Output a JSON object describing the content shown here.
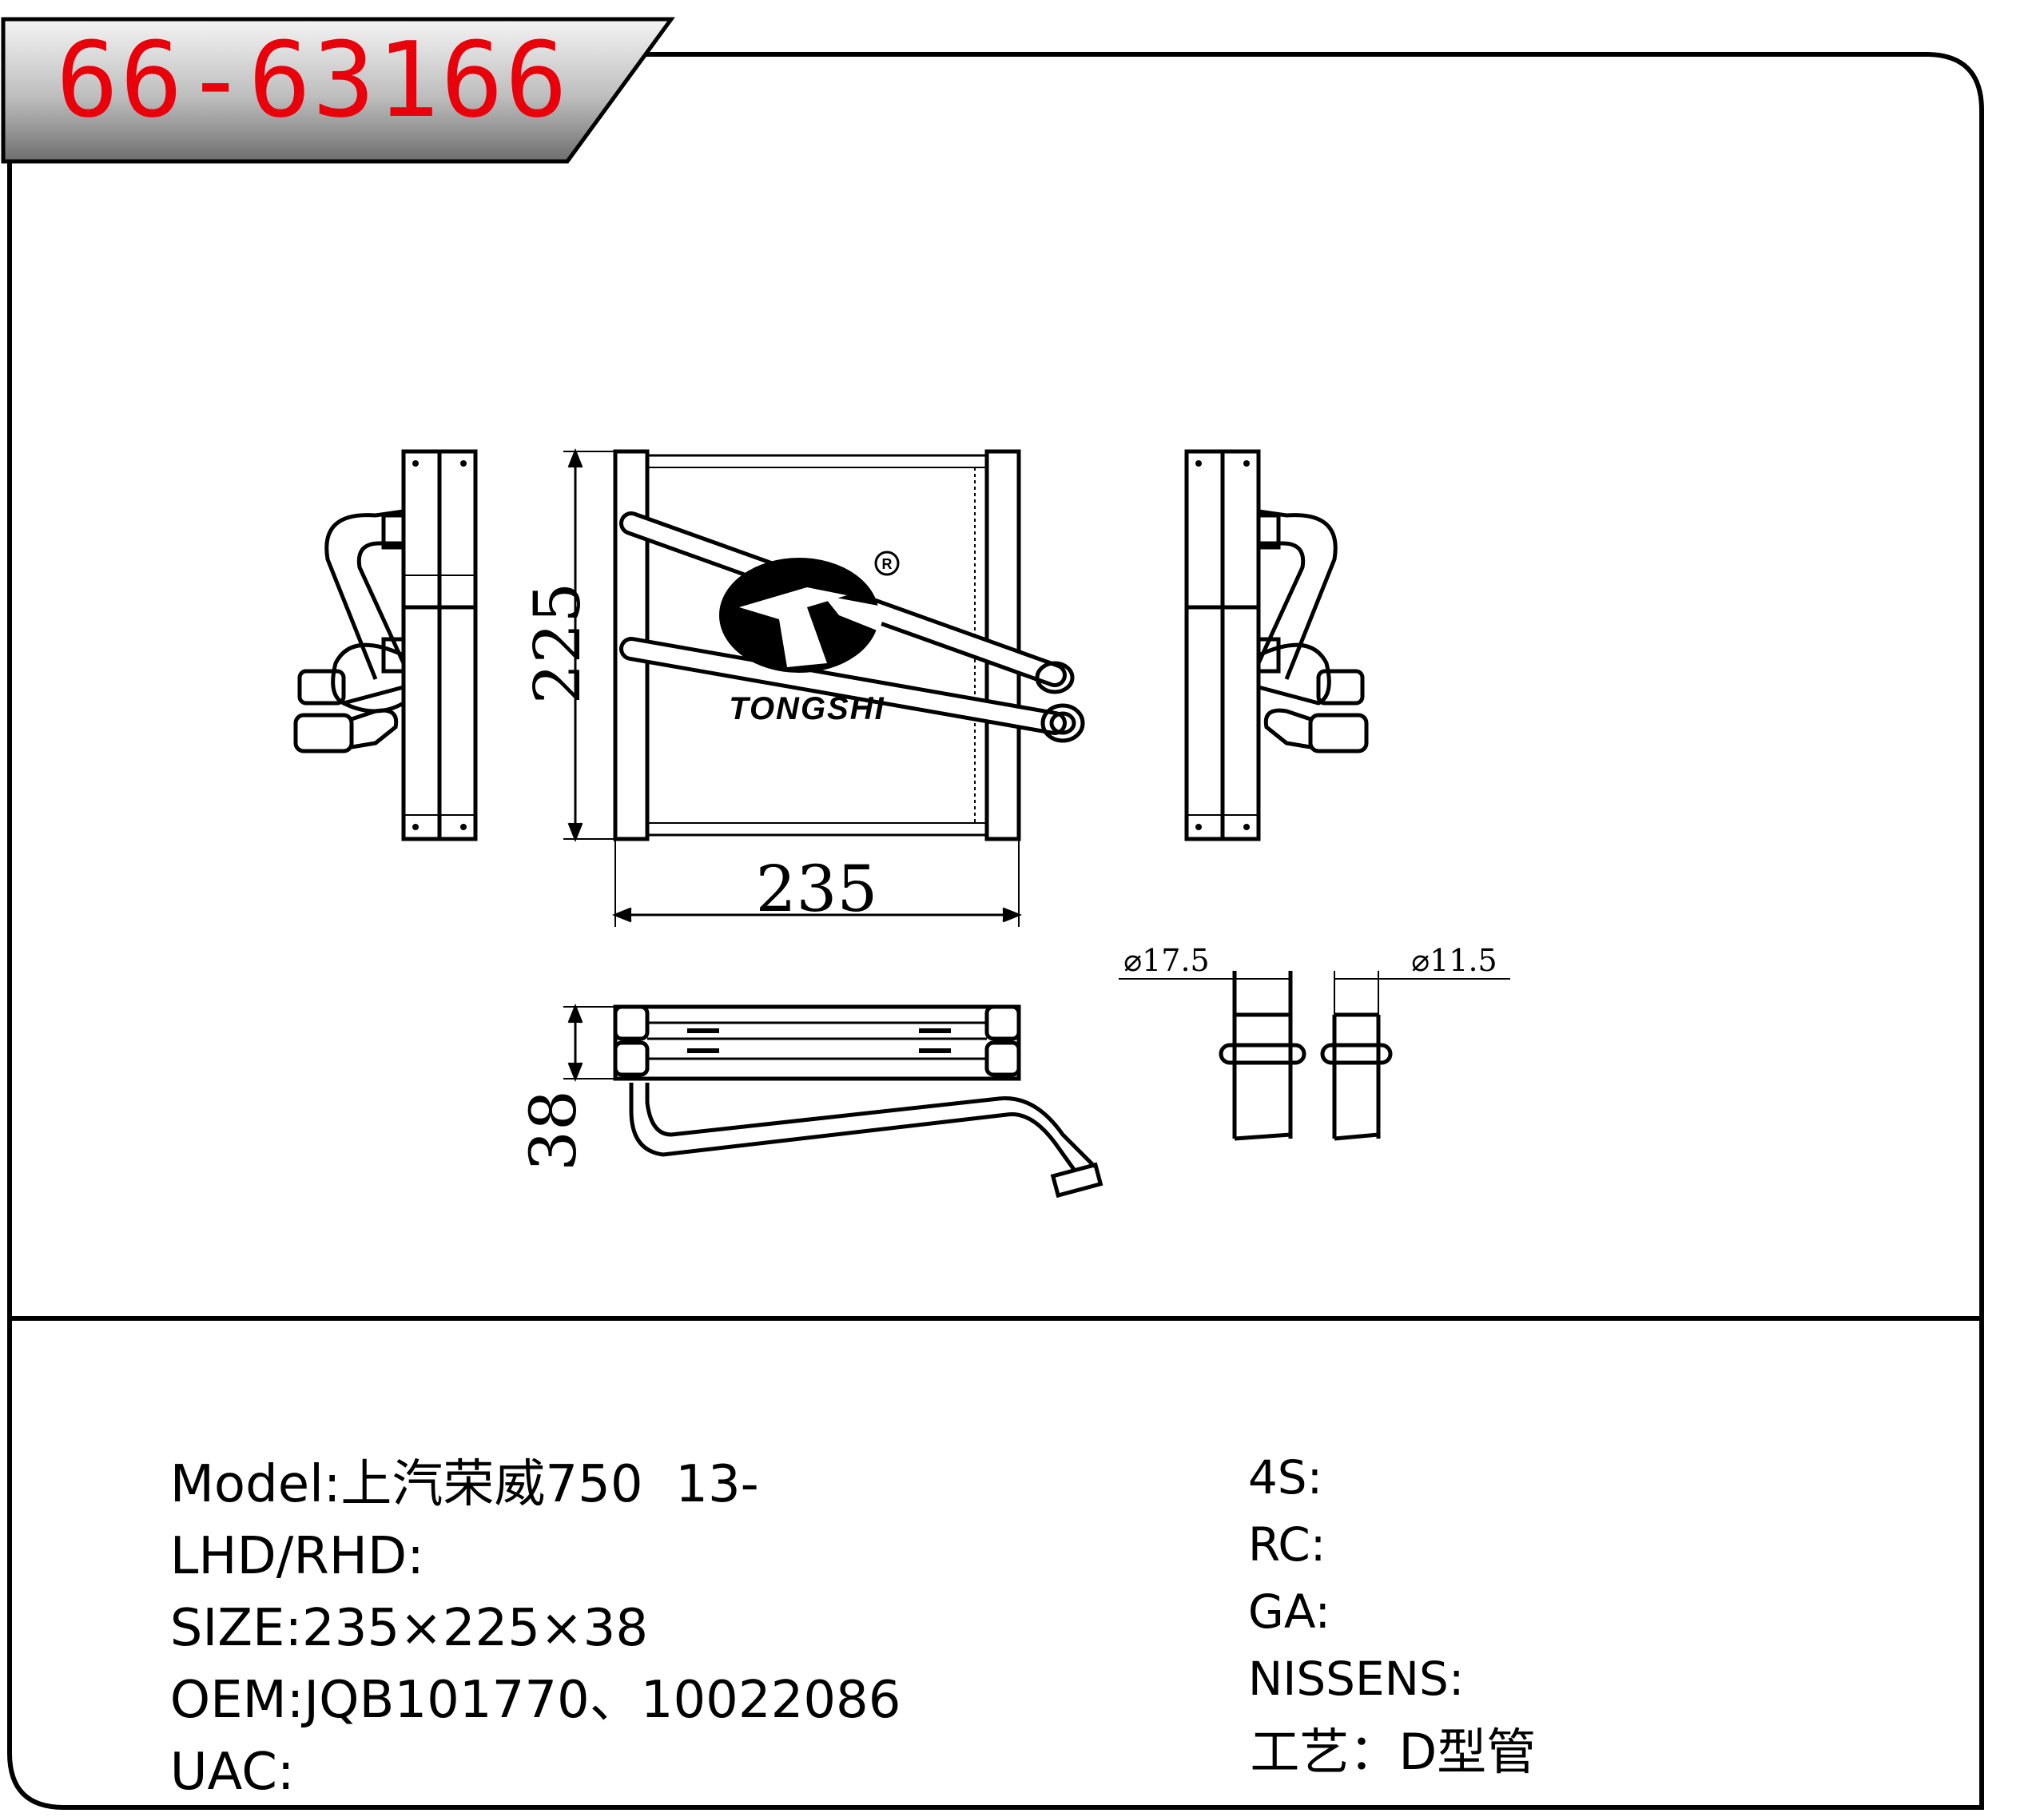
{
  "part_number": "66-63166",
  "brand": {
    "logo_text": "TONGSHI",
    "registered_mark": "R"
  },
  "drawing": {
    "width_dim": "235",
    "height_dim": "225",
    "depth_dim": "38",
    "pipe_large": "⌀17.5",
    "pipe_small": "⌀11.5"
  },
  "specs_left": [
    {
      "label": "Model",
      "sep": ":",
      "value": "上汽荣威750  13-"
    },
    {
      "label": "LHD/RHD",
      "sep": ":",
      "value": ""
    },
    {
      "label": "SIZE",
      "sep": ":",
      "value": "235×225×38"
    },
    {
      "label": "OEM",
      "sep": ":",
      "value": "JQB101770、10022086"
    },
    {
      "label": "UAC",
      "sep": ":",
      "value": ""
    }
  ],
  "specs_right": [
    {
      "label": "4S",
      "sep": ":",
      "value": ""
    },
    {
      "label": "RC",
      "sep": ":",
      "value": ""
    },
    {
      "label": "GA",
      "sep": ":",
      "value": ""
    },
    {
      "label": "NISSENS",
      "sep": ":",
      "value": ""
    },
    {
      "label": "工艺",
      "sep": "：",
      "value": "D型管"
    }
  ]
}
